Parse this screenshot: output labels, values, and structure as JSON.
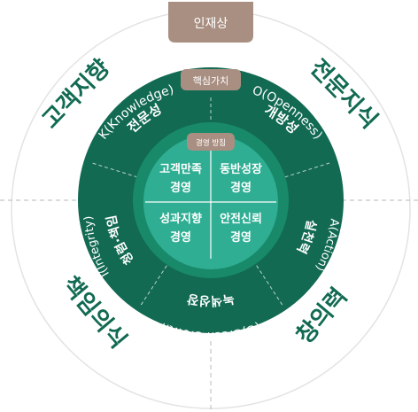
{
  "top_tab": "인재상",
  "core_value_tab": "핵심가치",
  "policy_tab": "경영 방침",
  "outer_ring": {
    "top_left": "고객지향",
    "top_right": "전문지식",
    "bottom_right": "창의력",
    "bottom_left": "책임의식"
  },
  "middle_ring": {
    "k_title": "K(Knowledge)",
    "k_sub": "전문성",
    "o_title": "O(Openness)",
    "o_sub": "개방성",
    "a_title": "A(Action)",
    "a_sub": "실천력",
    "g_title": "(G)Green Growth",
    "g_sub": "녹색성장",
    "i_title": "I(Integrity)",
    "i_sub": "청렴·책임"
  },
  "center": {
    "q1_line1": "고객만족",
    "q1_line2": "경영",
    "q2_line1": "동반성장",
    "q2_line2": "경영",
    "q3_line1": "성과지향",
    "q3_line2": "경영",
    "q4_line1": "안전신뢰",
    "q4_line2": "경영"
  },
  "colors": {
    "dark_green": "#126a52",
    "mid_green": "#188a6a",
    "light_green": "#2fae93",
    "tab_brown": "#a98f82",
    "tab_text": "#ffffff"
  }
}
